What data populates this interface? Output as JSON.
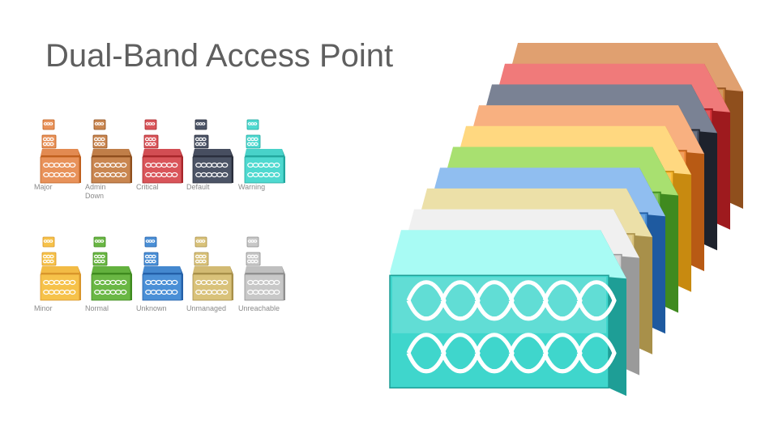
{
  "slide": {
    "title": "Dual-Band Access Point"
  },
  "icons": [
    {
      "label": "Major",
      "color": "#e8925a",
      "dark": "#c0601e"
    },
    {
      "label": "Admin\nDown",
      "color": "#c98650",
      "dark": "#8f4f1d"
    },
    {
      "label": "Critical",
      "color": "#d9555a",
      "dark": "#a8262b"
    },
    {
      "label": "Default",
      "color": "#4c5466",
      "dark": "#2a2f3d"
    },
    {
      "label": "Warning",
      "color": "#4fd9d0",
      "dark": "#22a89f"
    },
    {
      "label": "Minor",
      "color": "#f6c24a",
      "dark": "#d9962a"
    },
    {
      "label": "Normal",
      "color": "#6ab744",
      "dark": "#3f8a1f"
    },
    {
      "label": "Unknown",
      "color": "#4a8fd6",
      "dark": "#2460a8"
    },
    {
      "label": "Unmanaged",
      "color": "#d9c27a",
      "dark": "#a8904a"
    },
    {
      "label": "Unreachable",
      "color": "#c8c8c8",
      "dark": "#8f8f8f"
    }
  ],
  "stack_colors": [
    {
      "name": "admin-down",
      "top": "#e0a070",
      "face": "#c8803e",
      "side": "#8f4f1d"
    },
    {
      "name": "critical",
      "top": "#f07a7a",
      "face": "#d8353a",
      "side": "#9e1a1e"
    },
    {
      "name": "default",
      "top": "#7a8294",
      "face": "#4c5466",
      "side": "#1e222c"
    },
    {
      "name": "major",
      "top": "#f8b080",
      "face": "#ee8a3e",
      "side": "#b85a14"
    },
    {
      "name": "minor",
      "top": "#ffd880",
      "face": "#f8b830",
      "side": "#c88a10"
    },
    {
      "name": "normal",
      "top": "#a8e070",
      "face": "#6ab744",
      "side": "#3f8a1f"
    },
    {
      "name": "unknown",
      "top": "#90bef0",
      "face": "#4a8fd6",
      "side": "#1e5aa0"
    },
    {
      "name": "unmanaged",
      "top": "#ece0a8",
      "face": "#d9c27a",
      "side": "#a8904a"
    },
    {
      "name": "unreachable",
      "top": "#f0f0f0",
      "face": "#d0d0d0",
      "side": "#9a9a9a"
    },
    {
      "name": "warning",
      "top": "#a8fbf4",
      "face": "#3fd6cc",
      "side": "#1e9e96"
    }
  ]
}
